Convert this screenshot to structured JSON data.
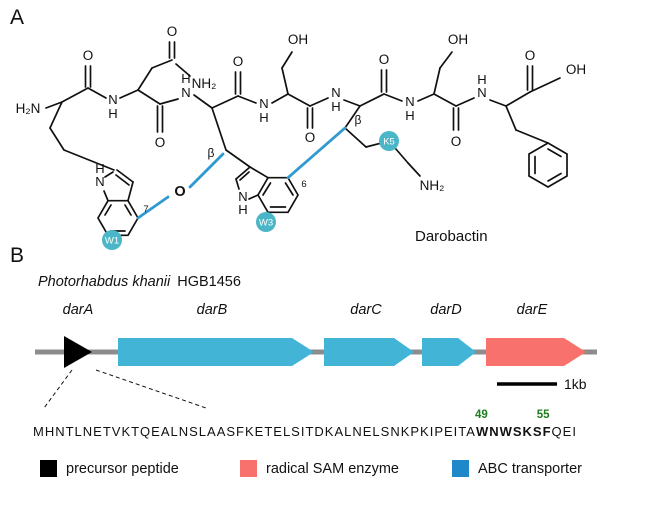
{
  "panelA": {
    "label": "A",
    "compound": "Darobactin",
    "atoms": {
      "o": "O",
      "oh": "OH",
      "h2n": "H₂N",
      "nh2": "NH₂",
      "n": "N",
      "h": "H"
    },
    "beta": "β",
    "c7": "7",
    "c6": "6",
    "badges": [
      "W1",
      "W3",
      "K5"
    ],
    "colors": {
      "badge": "#4bb6c8",
      "crosslink": "#2f9ad2"
    }
  },
  "panelB": {
    "label": "B",
    "strain_italic": "Photorhabdus khanii",
    "strain_id": "HGB1456",
    "genes": [
      {
        "name": "darA",
        "color": "#000000"
      },
      {
        "name": "darB",
        "color": "#42b4d6"
      },
      {
        "name": "darC",
        "color": "#42b4d6"
      },
      {
        "name": "darD",
        "color": "#42b4d6"
      },
      {
        "name": "darE",
        "color": "#f8716c"
      }
    ],
    "scale_label": "1kb",
    "sequence": {
      "pre": "MHNTLNETVKTQEALNSLAASFKETELSITDKALNELSNKPKIPEITA",
      "highlight": "WNWSKSF",
      "post": "QEI",
      "pos_start": "49",
      "pos_end": "55",
      "number_color": "#1f7d1f"
    },
    "legend": [
      {
        "label": "precursor peptide",
        "color": "#000000"
      },
      {
        "label": "radical SAM enzyme",
        "color": "#f8716c"
      },
      {
        "label": "ABC transporter",
        "color": "#1f88c9"
      }
    ]
  }
}
